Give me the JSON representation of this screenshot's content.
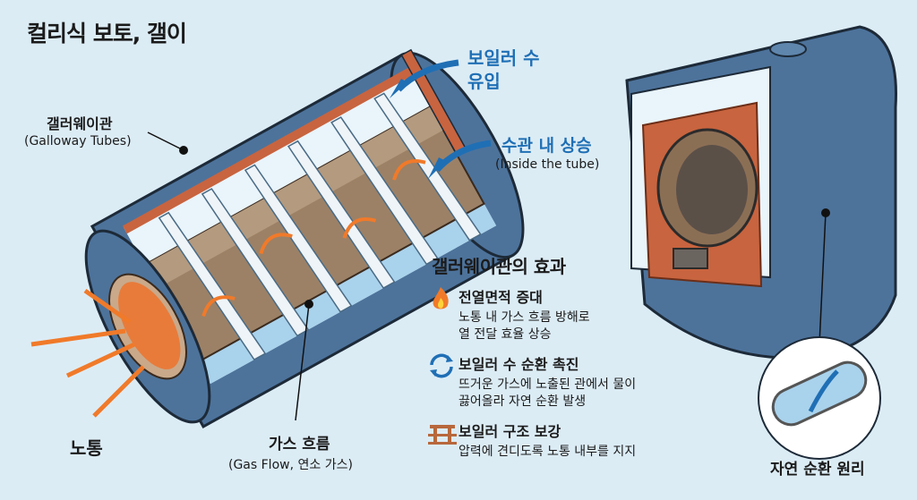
{
  "title": "컬리식 보토, 갤이",
  "labels": {
    "galloway_ko": "갤러웨이관",
    "galloway_en": "(Galloway Tubes)",
    "water_in": [
      "보일러 수",
      "유입"
    ],
    "rise_ko": "수관 내 상승",
    "rise_en": "(Inside the tube)",
    "furnace": "노통",
    "gas_ko": "가스 흐름",
    "gas_en": "(Gas Flow, 연소 가스)",
    "circulation": "자연 순환 원리"
  },
  "effects": {
    "heading": "갤러웨이관의 효과",
    "items": [
      {
        "icon": "flame-icon",
        "title": "전열면적 증대",
        "lines": [
          "노통 내 가스 흐름 방해로",
          "열 전달 효율 상승"
        ]
      },
      {
        "icon": "cycle-arrows-icon",
        "title": "보일러 수 순환 촉진",
        "lines": [
          "뜨거운 가스에 노출된 관에서 물이",
          "끓어올라 자연 순환 발생"
        ]
      },
      {
        "icon": "support-beam-icon",
        "title": "보일러 구조 보강",
        "lines": [
          "압력에 견디도록 노통 내부를 지지"
        ]
      }
    ]
  },
  "colors": {
    "background": "#dcecf5",
    "shell": "#4d739b",
    "brick": "#c8643f",
    "accent_blue": "#1f6fb5",
    "flame": "#f07a2a"
  }
}
